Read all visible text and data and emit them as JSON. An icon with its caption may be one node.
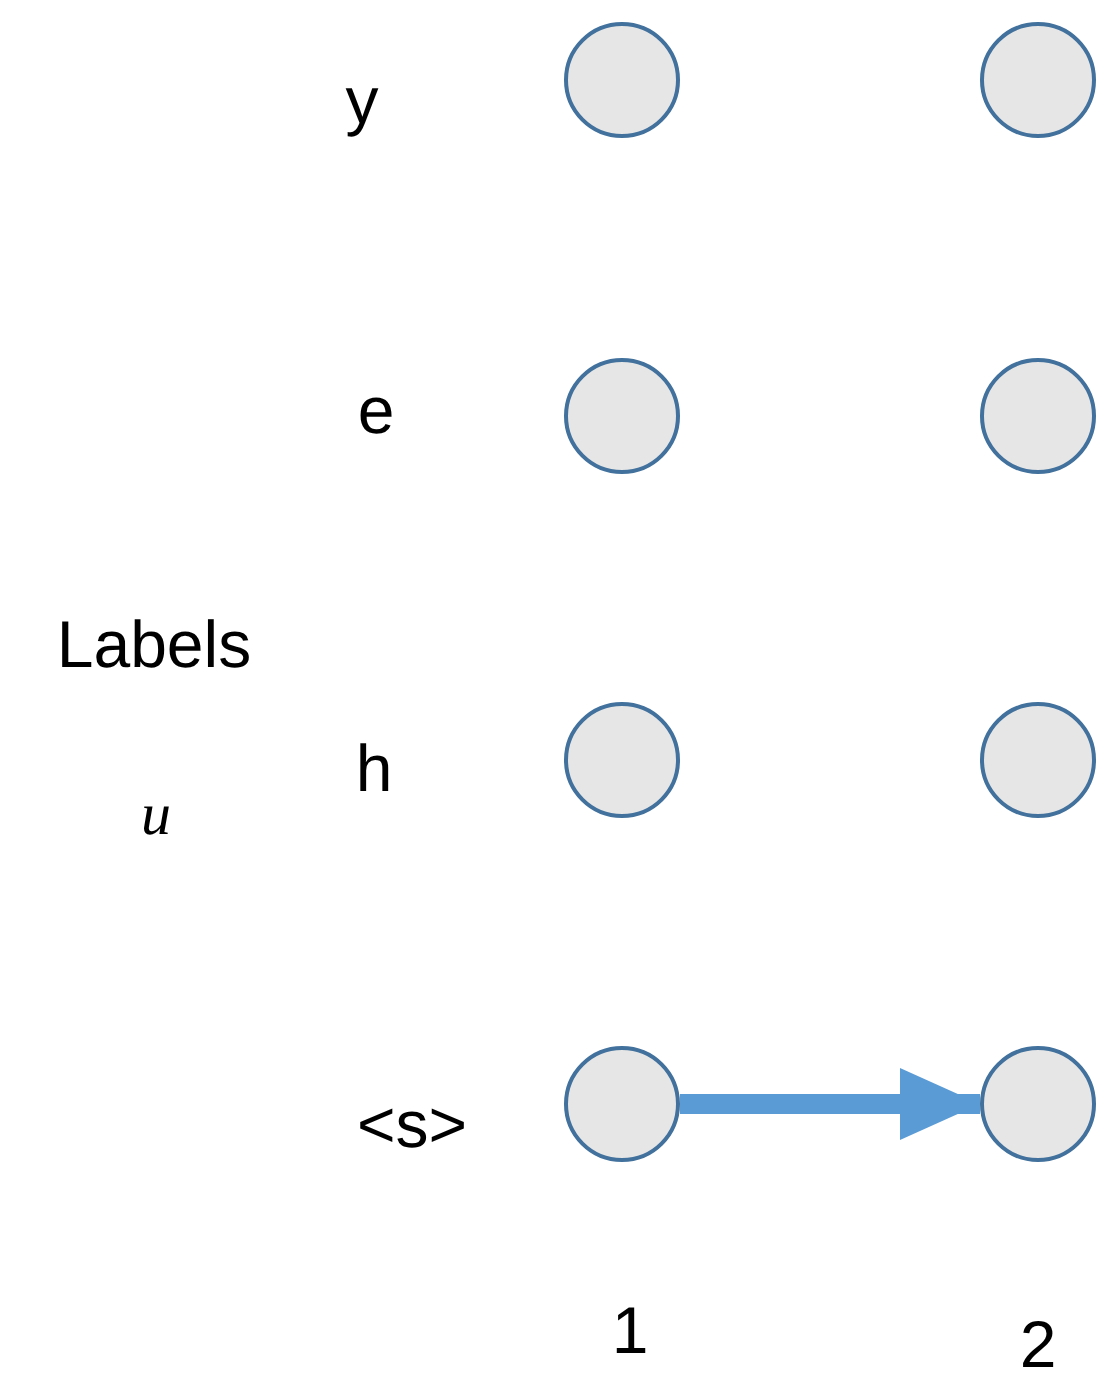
{
  "diagram": {
    "nodes": [
      {
        "text": [],
        "shape": "circle"
      },
      {
        "text": [],
        "shape": "circle"
      },
      {
        "text": [],
        "shape": "circle"
      },
      {
        "text": [],
        "shape": "circle"
      },
      {
        "text": [],
        "shape": "circle"
      },
      {
        "text": [],
        "shape": "circle"
      },
      {
        "text": [],
        "shape": "circle"
      },
      {
        "text": [],
        "shape": "circle"
      }
    ],
    "edges": [
      {
        "from": 6,
        "to": 7,
        "arrow": "to",
        "color": "#5b9bd5"
      }
    ],
    "labels": [
      "y",
      "e",
      "Labels",
      "h",
      "u",
      "<s>",
      "1",
      "2"
    ]
  }
}
